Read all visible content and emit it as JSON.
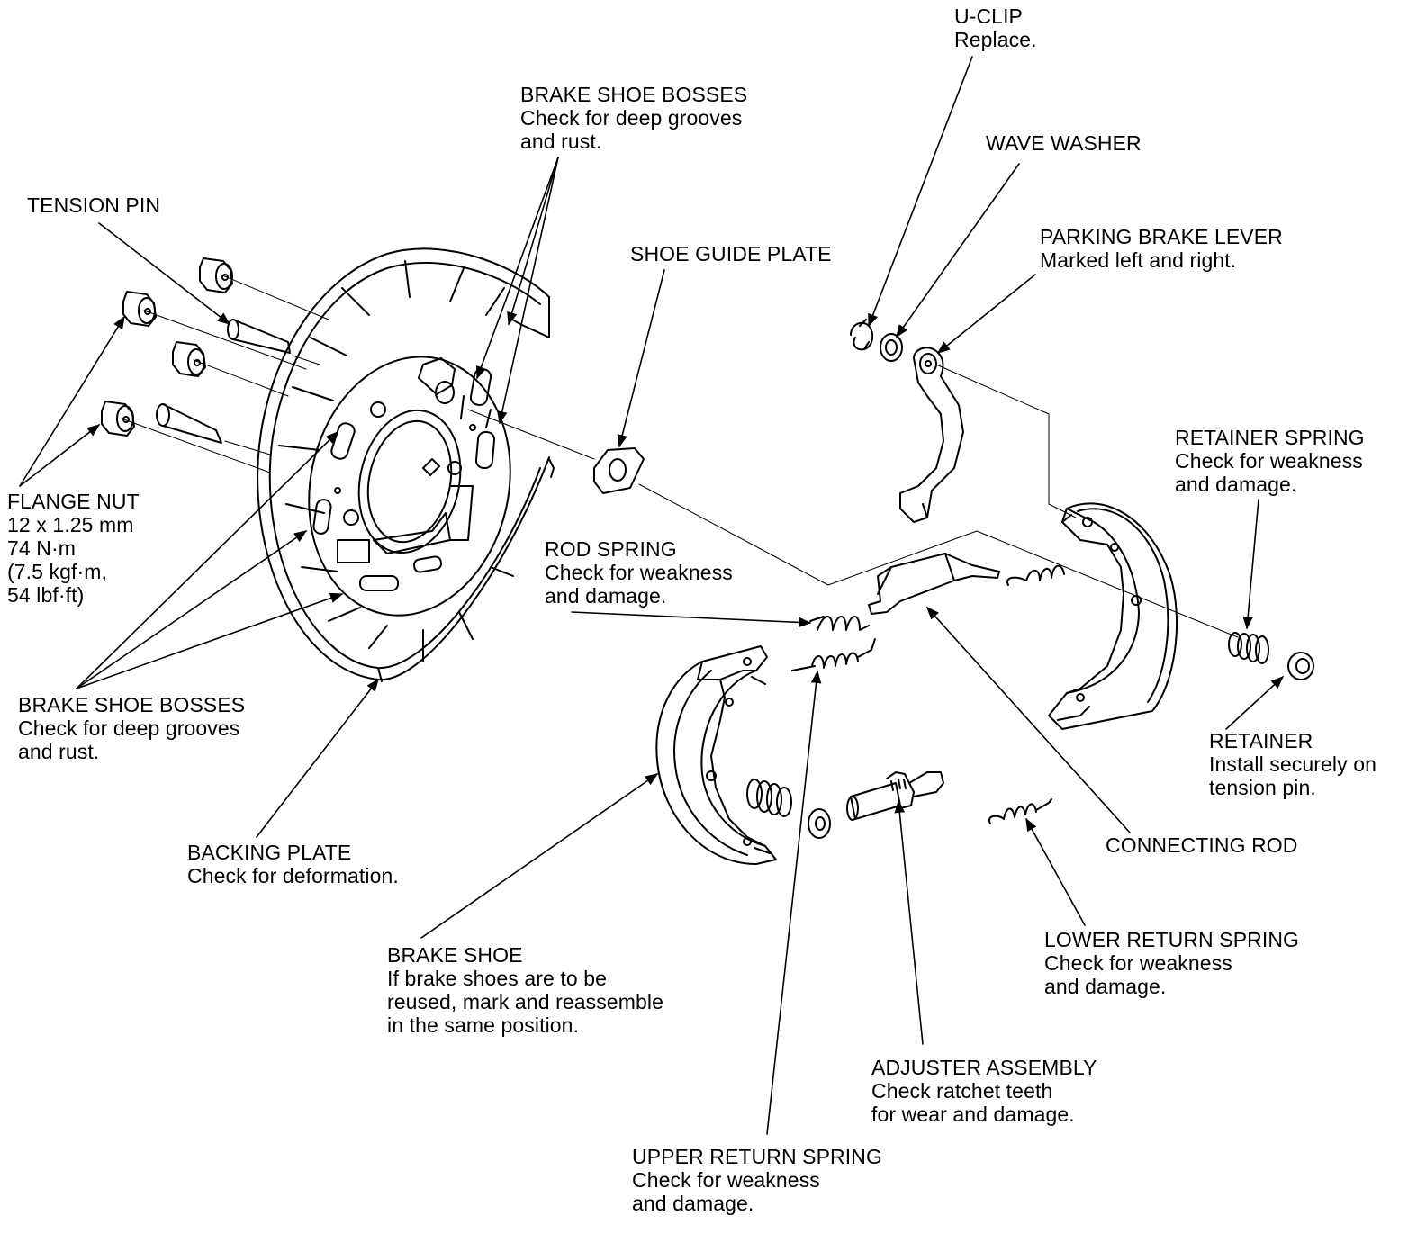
{
  "labels": {
    "u_clip": {
      "title": "U-CLIP",
      "note": "Replace."
    },
    "wave_washer": {
      "title": "WAVE WASHER"
    },
    "brake_shoe_bosses_top": {
      "title": "BRAKE SHOE BOSSES",
      "note1": "Check for deep grooves",
      "note2": "and rust."
    },
    "tension_pin": {
      "title": "TENSION PIN"
    },
    "shoe_guide_plate": {
      "title": "SHOE GUIDE PLATE"
    },
    "parking_brake_lever": {
      "title": "PARKING BRAKE LEVER",
      "note": "Marked left and right."
    },
    "retainer_spring": {
      "title": "RETAINER SPRING",
      "note1": "Check for weakness",
      "note2": "and damage."
    },
    "flange_nut": {
      "title": "FLANGE NUT",
      "spec1": "12 x 1.25 mm",
      "spec2": "74 N·m",
      "spec3": "(7.5 kgf·m,",
      "spec4": "54 lbf·ft)"
    },
    "rod_spring": {
      "title": "ROD SPRING",
      "note1": "Check for weakness",
      "note2": "and damage."
    },
    "brake_shoe_bosses_bottom": {
      "title": "BRAKE SHOE BOSSES",
      "note1": "Check for deep grooves",
      "note2": "and rust."
    },
    "retainer": {
      "title": "RETAINER",
      "note1": "Install securely on",
      "note2": "tension pin."
    },
    "backing_plate": {
      "title": "BACKING PLATE",
      "note": "Check for deformation."
    },
    "connecting_rod": {
      "title": "CONNECTING ROD"
    },
    "brake_shoe": {
      "title": "BRAKE SHOE",
      "note1": "If brake shoes are to be",
      "note2": "reused, mark and reassemble",
      "note3": "in the same position."
    },
    "lower_return_spring": {
      "title": "LOWER RETURN SPRING",
      "note1": "Check for weakness",
      "note2": "and damage."
    },
    "adjuster_assembly": {
      "title": "ADJUSTER ASSEMBLY",
      "note1": "Check ratchet teeth",
      "note2": "for wear and damage."
    },
    "upper_return_spring": {
      "title": "UPPER RETURN SPRING",
      "note1": "Check for weakness",
      "note2": "and damage."
    }
  }
}
